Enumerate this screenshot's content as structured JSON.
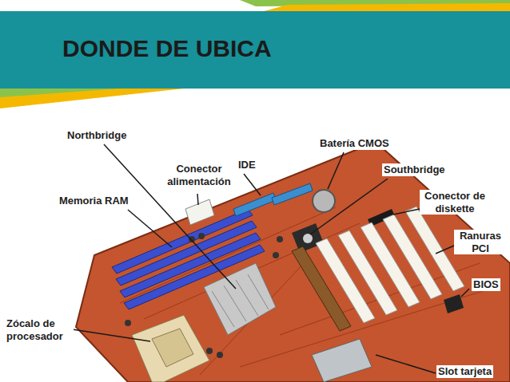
{
  "diagram": {
    "title": "DONDE DE UBICA",
    "labels": [
      "Northbridge",
      "Conector alimentación",
      "IDE",
      "Batería CMOS",
      "Southbridge",
      "Memoria RAM",
      "Conector de diskette",
      "Ranuras PCI",
      "BIOS",
      "Zócalo de procesador",
      "Slot tarjeta"
    ]
  }
}
